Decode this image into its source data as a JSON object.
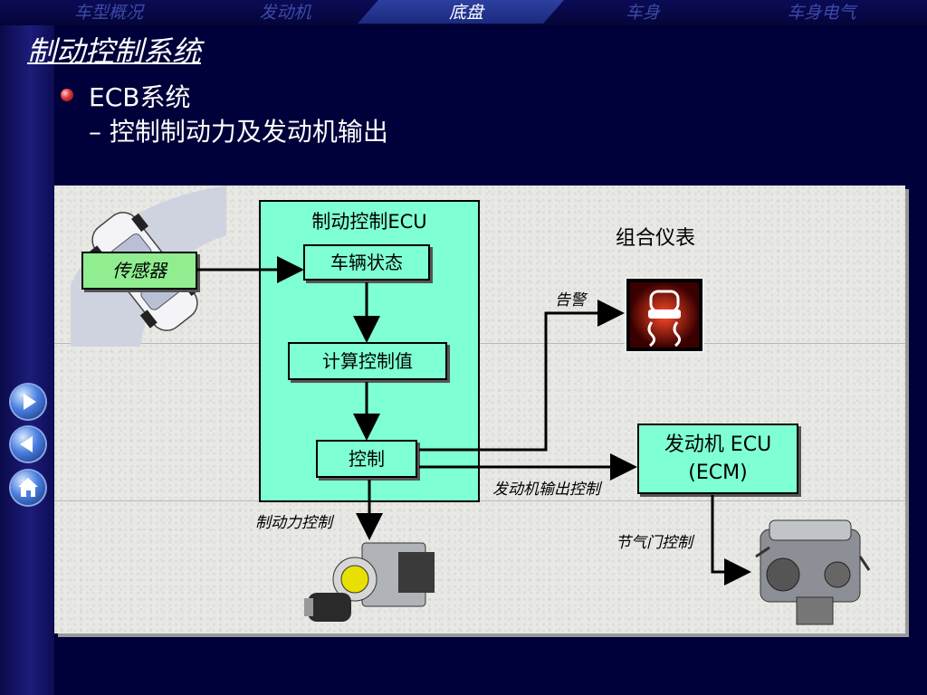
{
  "nav": {
    "tabs": [
      {
        "label": "车型概况",
        "active": false
      },
      {
        "label": "发动机",
        "active": false
      },
      {
        "label": "底盘",
        "active": true
      },
      {
        "label": "车身",
        "active": false
      },
      {
        "label": "车身电气",
        "active": false
      }
    ]
  },
  "page": {
    "title": "制动控制系统",
    "bullet": "ECB系统",
    "sub_bullet": "– 控制制动力及发动机输出"
  },
  "diagram": {
    "sensor": "传感器",
    "ecu_title": "制动控制ECU",
    "vehicle_state": "车辆状态",
    "calc_value": "计算控制值",
    "control": "控制",
    "combination_meter": "组合仪表",
    "warning": "告警",
    "engine_ecu_line1": "发动机 ECU",
    "engine_ecu_line2": "(ECM)",
    "engine_output_control": "发动机输出控制",
    "brake_force_control": "制动力控制",
    "throttle_control": "节气门控制"
  },
  "side_buttons": [
    "next-arrow-icon",
    "prev-arrow-icon",
    "home-icon"
  ],
  "colors": {
    "background": "#000033",
    "box_fill": "#7fffd4",
    "sensor_fill": "#90ee90",
    "warning_lamp": "#ff3300"
  }
}
